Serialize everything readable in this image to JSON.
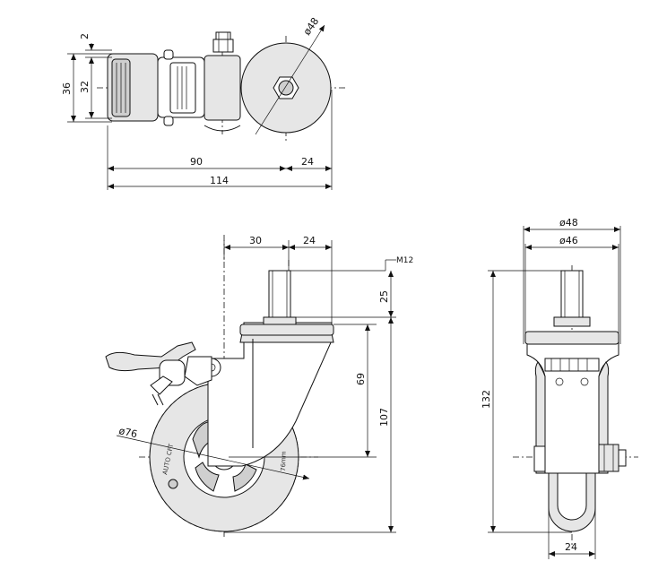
{
  "top_view": {
    "dims": {
      "d2": "2",
      "d36": "36",
      "d32": "32",
      "d90": "90",
      "d24": "24",
      "d114": "114",
      "d48": "ø48"
    }
  },
  "side_view": {
    "dims": {
      "d30": "30",
      "d24": "24",
      "m12": "M12",
      "d25": "25",
      "d69": "69",
      "d107": "107",
      "d76": "ø76"
    },
    "wheel_text": {
      "brand": "AUTO CFT",
      "size": "76mm"
    }
  },
  "front_view": {
    "dims": {
      "d48": "ø48",
      "d46": "ø46",
      "d132": "132",
      "d24": "24"
    }
  }
}
